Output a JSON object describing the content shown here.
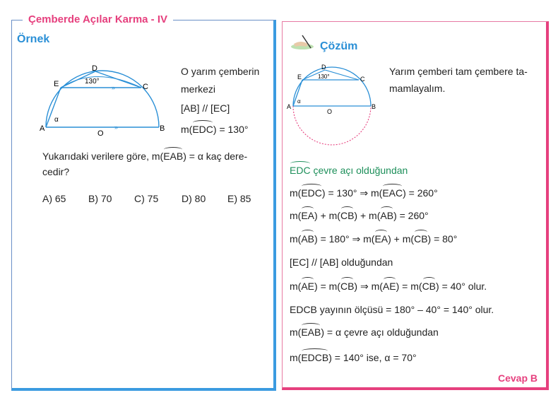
{
  "title": "Çemberde Açılar Karma - IV",
  "example": {
    "heading": "Örnek",
    "given": {
      "line1": "O  yarım çemberin",
      "line2": "merkezi",
      "line3": "[AB]  //  [EC]",
      "line4_prefix": "m(",
      "line4_arc": "EDC",
      "line4_suffix": ") = 130°"
    },
    "question": {
      "line1_text": "Yukarıdaki verilere göre,  m(",
      "line1_arc": "EAB",
      "line1_suffix": ") = α  kaç dere-",
      "line2": "cedir?"
    },
    "options": [
      "A) 65",
      "B) 70",
      "C) 75",
      "D) 80",
      "E) 85"
    ],
    "diagram": {
      "labels": {
        "A": "A",
        "B": "B",
        "C": "C",
        "D": "D",
        "E": "E",
        "O": "O",
        "angle": "130°",
        "alpha": "α"
      }
    }
  },
  "solution": {
    "heading": "Çözüm",
    "intro_line1": "Yarım çemberi tam çembere ta-",
    "intro_line2": "mamlayalım.",
    "steps": [
      {
        "arc": "EDC",
        "text": "  çevre açı olduğundan"
      },
      {
        "p1": "m(",
        "a1": "EDC",
        "s1": ") = 130°  ⇒  m(",
        "a2": "EAC",
        "s2": ") = 260°"
      },
      {
        "p1": "m(",
        "a1": "EA",
        "s1": ") + m(",
        "a2": "CB",
        "s2": ") + m(",
        "a3": "AB",
        "s3": ") = 260°"
      },
      {
        "p1": "m(",
        "a1": "AB",
        "s1": ") = 180°  ⇒  m(",
        "a2": "EA",
        "s2": ") + m(",
        "a3": "CB",
        "s3": ") = 80°"
      },
      {
        "text": "[EC]  //  [AB]  olduğundan"
      },
      {
        "p1": "m(",
        "a1": "AE",
        "s1": ") = m(",
        "a2": "CB",
        "s2": ")  ⇒  m(",
        "a3": "AE",
        "s3": ") = m(",
        "a4": "CB",
        "s4": ") = 40°  olur."
      },
      {
        "text": "EDCB  yayının ölçüsü = 180° – 40° = 140°  olur."
      },
      {
        "p1": "m(",
        "a1": "EAB",
        "s1": ") = α  çevre açı olduğundan"
      },
      {
        "p1": "m(",
        "a1": "EDCB",
        "s1": ") = 140°  ise,  α = 70°"
      }
    ],
    "answer": "Cevap B"
  }
}
